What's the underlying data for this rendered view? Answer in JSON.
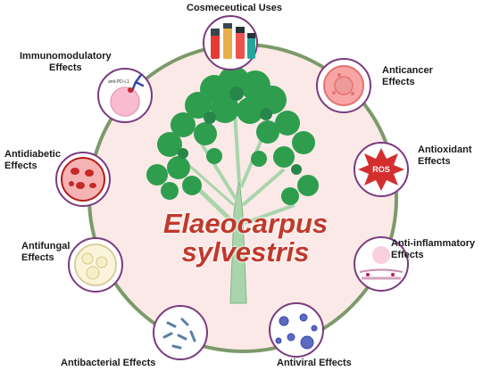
{
  "center": {
    "line1": "Elaeocarpus",
    "line2": "sylvestris"
  },
  "effects": {
    "cosmeceutical": {
      "label": "Cosmeceutical Uses"
    },
    "anticancer": {
      "line1": "Anticancer",
      "line2": "Effects"
    },
    "antioxidant": {
      "line1": "Antioxidant",
      "line2": "Effects",
      "badge": "ROS"
    },
    "anti_inflammatory": {
      "line1": "Anti-inflammatory",
      "line2": "Effects"
    },
    "antiviral": {
      "label": "Antiviral Effects"
    },
    "antibacterial": {
      "label": "Antibacterial Effects"
    },
    "antifungal": {
      "line1": "Antifungal",
      "line2": "Effects"
    },
    "antidiabetic": {
      "line1": "Antidiabetic",
      "line2": "Effects"
    },
    "immunomodulatory": {
      "line1": "Immunomodulatory",
      "line2": "Effects",
      "tag": "anti-PD-L1"
    }
  },
  "colors": {
    "ring": "#7c9a6a",
    "inner_fill": "#fbe9e7",
    "tree_foliage": "#2e9e4e",
    "tree_trunk": "#9fc9a4",
    "icon_border": "#7a3b80",
    "title": "#c0392b"
  },
  "icons": [
    "cosmetics-icon",
    "cancer-cell-icon",
    "ros-burst-icon",
    "inflammation-icon",
    "virus-icon",
    "bacteria-icon",
    "fungi-petri-icon",
    "blood-cells-icon",
    "antibody-cell-icon",
    "tree-icon"
  ]
}
